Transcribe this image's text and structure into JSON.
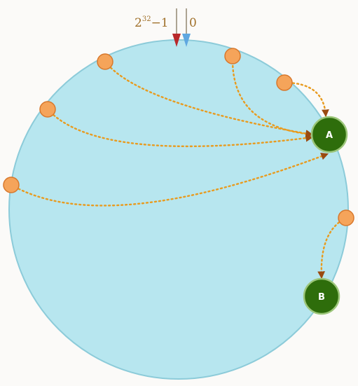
{
  "ring": {
    "max_label_base": "2",
    "max_label_exp": "32",
    "max_label_tail": "−1",
    "zero_label": "0"
  },
  "colors": {
    "ring_fill": "#b7e6ef",
    "ring_stroke": "#8ccbd9",
    "node_fill": "#f5a45a",
    "node_stroke": "#d8782c",
    "server_fill": "#2e6d0b",
    "server_stroke": "#9cc67a",
    "arrow": "#e89b1f",
    "arrow_head": "#9a4a10",
    "marker_max": "#b8282a",
    "marker_zero": "#5fa7e0"
  },
  "servers": [
    {
      "id": "A",
      "label": "A"
    },
    {
      "id": "B",
      "label": "B"
    }
  ],
  "data_nodes": [
    {
      "id": "n1",
      "maps_to": "A"
    },
    {
      "id": "n2",
      "maps_to": "A"
    },
    {
      "id": "n3",
      "maps_to": "A"
    },
    {
      "id": "n4",
      "maps_to": "A"
    },
    {
      "id": "n5",
      "maps_to": "A"
    },
    {
      "id": "n6",
      "maps_to": "B"
    }
  ]
}
